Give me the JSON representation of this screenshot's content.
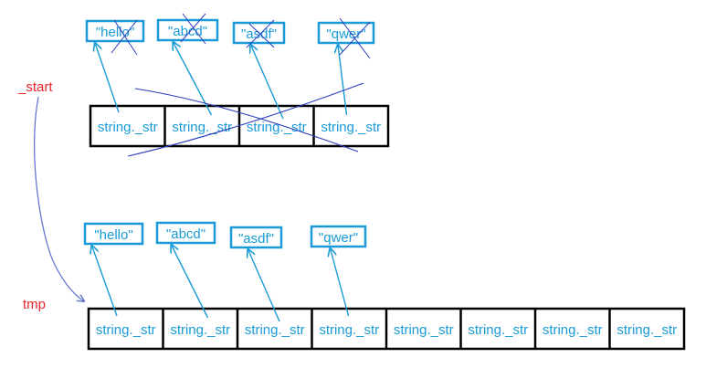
{
  "labels": {
    "start": "_start",
    "tmp": "tmp"
  },
  "colors": {
    "cell_border": "#000000",
    "cell_text": "#1a9bd7",
    "string_box": "#1a9bd7",
    "string_text": "#1a9bd7",
    "pointer_arrow": "#1a9bd7",
    "cross_lines": "#2a3fbf",
    "label_red": "#e8262a",
    "curve_arrow": "#5a6fd0"
  },
  "top_array": {
    "cells": [
      "string._str",
      "string._str",
      "string._str",
      "string._str"
    ],
    "strings": [
      "\"hello\"",
      "\"abcd\"",
      "\"asdf\"",
      "\"qwer\""
    ],
    "crossed_out": true
  },
  "bottom_array": {
    "cells": [
      "string._str",
      "string._str",
      "string._str",
      "string._str",
      "string._str",
      "string._str",
      "string._str",
      "string._str"
    ],
    "strings": [
      "\"hello\"",
      "\"abcd\"",
      "\"asdf\"",
      "\"qwer\""
    ],
    "crossed_out": false
  }
}
